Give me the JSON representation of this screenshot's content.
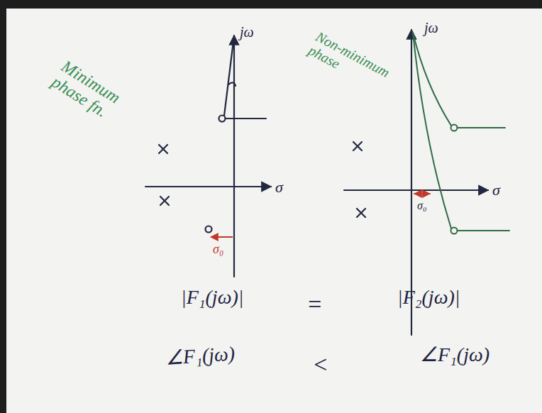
{
  "diagram": {
    "labels": [
      "Minimum phase fn.",
      "jω",
      "σ",
      "σ₀",
      "Non-minimum phase",
      "jω",
      "σ",
      "σ₀",
      "|F₁(jω)|",
      "=",
      "|F₂(jω)|",
      "∠F₁(jω)",
      "<",
      "∠F₁(jω)"
    ]
  }
}
